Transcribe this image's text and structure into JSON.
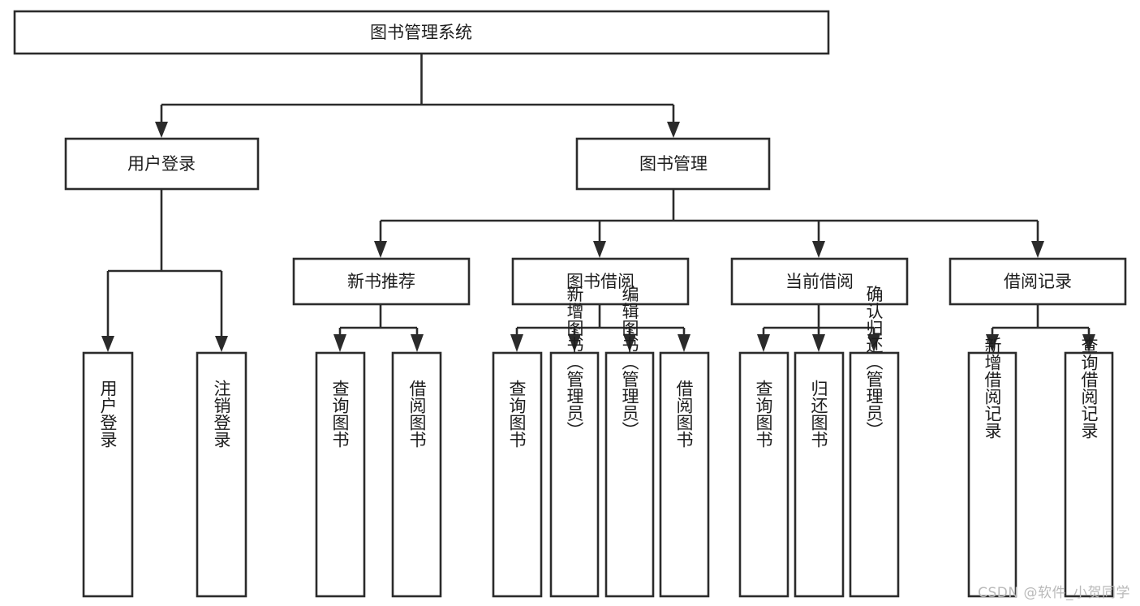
{
  "diagram": {
    "type": "hierarchy-tree",
    "title": "图书管理系统",
    "root": {
      "id": "root",
      "label": "图书管理系统",
      "orientation": "horizontal"
    },
    "level2": [
      {
        "id": "user-login",
        "label": "用户登录",
        "orientation": "horizontal"
      },
      {
        "id": "book-management",
        "label": "图书管理",
        "orientation": "horizontal"
      }
    ],
    "level3": [
      {
        "id": "new-book-recommend",
        "label": "新书推荐",
        "parent": "book-management",
        "orientation": "horizontal"
      },
      {
        "id": "book-borrow",
        "label": "图书借阅",
        "parent": "book-management",
        "orientation": "horizontal"
      },
      {
        "id": "current-borrow",
        "label": "当前借阅",
        "parent": "book-management",
        "orientation": "horizontal"
      },
      {
        "id": "borrow-record",
        "label": "借阅记录",
        "parent": "book-management",
        "orientation": "horizontal"
      }
    ],
    "leaves": [
      {
        "id": "leaf-user-login",
        "label": "用户登录",
        "parent": "user-login",
        "orientation": "vertical"
      },
      {
        "id": "leaf-logout-login",
        "label": "注销登录",
        "parent": "user-login",
        "orientation": "vertical"
      },
      {
        "id": "leaf-query-book-1",
        "label": "查询图书",
        "parent": "new-book-recommend",
        "orientation": "vertical"
      },
      {
        "id": "leaf-borrow-book-1",
        "label": "借阅图书",
        "parent": "new-book-recommend",
        "orientation": "vertical"
      },
      {
        "id": "leaf-query-book-2",
        "label": "查询图书",
        "parent": "book-borrow",
        "orientation": "vertical"
      },
      {
        "id": "leaf-add-book",
        "label": "新增图书（管理员）",
        "parent": "book-borrow",
        "orientation": "vertical"
      },
      {
        "id": "leaf-edit-book",
        "label": "编辑图书（管理员）",
        "parent": "book-borrow",
        "orientation": "vertical"
      },
      {
        "id": "leaf-borrow-book-2",
        "label": "借阅图书",
        "parent": "book-borrow",
        "orientation": "vertical"
      },
      {
        "id": "leaf-query-book-3",
        "label": "查询图书",
        "parent": "current-borrow",
        "orientation": "vertical"
      },
      {
        "id": "leaf-return-book",
        "label": "归还图书",
        "parent": "current-borrow",
        "orientation": "vertical"
      },
      {
        "id": "leaf-confirm-return",
        "label": "确认归还（管理员）",
        "parent": "current-borrow",
        "orientation": "vertical"
      },
      {
        "id": "leaf-add-record",
        "label": "新增借阅记录",
        "parent": "borrow-record",
        "orientation": "vertical"
      },
      {
        "id": "leaf-query-record",
        "label": "查询借阅记录",
        "parent": "borrow-record",
        "orientation": "vertical"
      }
    ]
  },
  "watermark": {
    "text": "CSDN @软件_小贺同学"
  },
  "colors": {
    "stroke": "#2b2b2b",
    "fill": "#ffffff",
    "text": "#1d1d1d",
    "watermark": "#b9b9b9"
  }
}
